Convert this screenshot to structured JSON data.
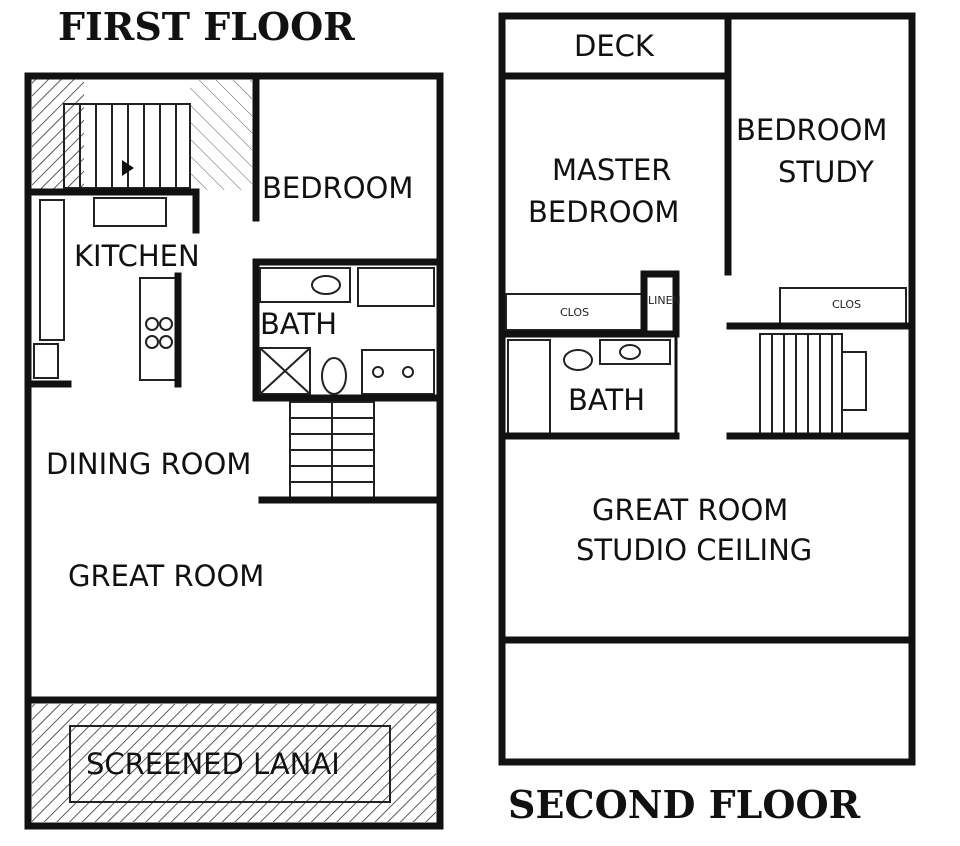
{
  "titles": {
    "first_floor": "FIRST FLOOR",
    "second_floor": "SECOND FLOOR"
  },
  "first_floor_rooms": {
    "bedroom": "BEDROOM",
    "kitchen": "KITCHEN",
    "bath": "BATH",
    "dining_room": "DINING ROOM",
    "great_room": "GREAT ROOM",
    "screened_lanai": "SCREENED LANAI"
  },
  "second_floor_rooms": {
    "deck": "DECK",
    "master_line1": "MASTER",
    "master_line2": "BEDROOM",
    "bedroom_study_line1": "BEDROOM",
    "bedroom_study_line2": "STUDY",
    "bath": "BATH",
    "great_room_line1": "GREAT ROOM",
    "great_room_line2": "STUDIO CEILING"
  },
  "small_labels": {
    "closet_1": "CLOS",
    "closet_2": "CLOS",
    "linen": "LINEN"
  }
}
